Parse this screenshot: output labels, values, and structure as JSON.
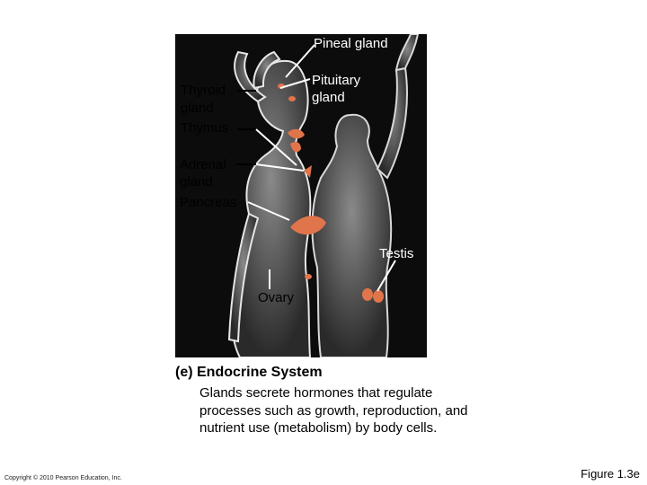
{
  "labels": {
    "pineal": "Pineal gland",
    "pituitary_line1": "Pituitary",
    "pituitary_line2": "gland",
    "thyroid_line1": "Thyroid",
    "thyroid_line2": "gland",
    "thymus": "Thymus",
    "adrenal_line1": "Adrenal",
    "adrenal_line2": "gland",
    "pancreas": "Pancreas",
    "testis": "Testis",
    "ovary": "Ovary"
  },
  "caption": {
    "title": "(e) Endocrine System",
    "body": "Glands secrete hormones that regulate processes such as growth, reproduction, and nutrient use (metabolism) by body cells."
  },
  "footer": {
    "copyright": "Copyright © 2010 Pearson Education, Inc.",
    "figure_number": "Figure 1.3e"
  },
  "colors": {
    "background": "#0c0c0c",
    "body_silhouette": "#cfcfcf",
    "gland": "#e0744a",
    "leader_line": "#000000"
  }
}
